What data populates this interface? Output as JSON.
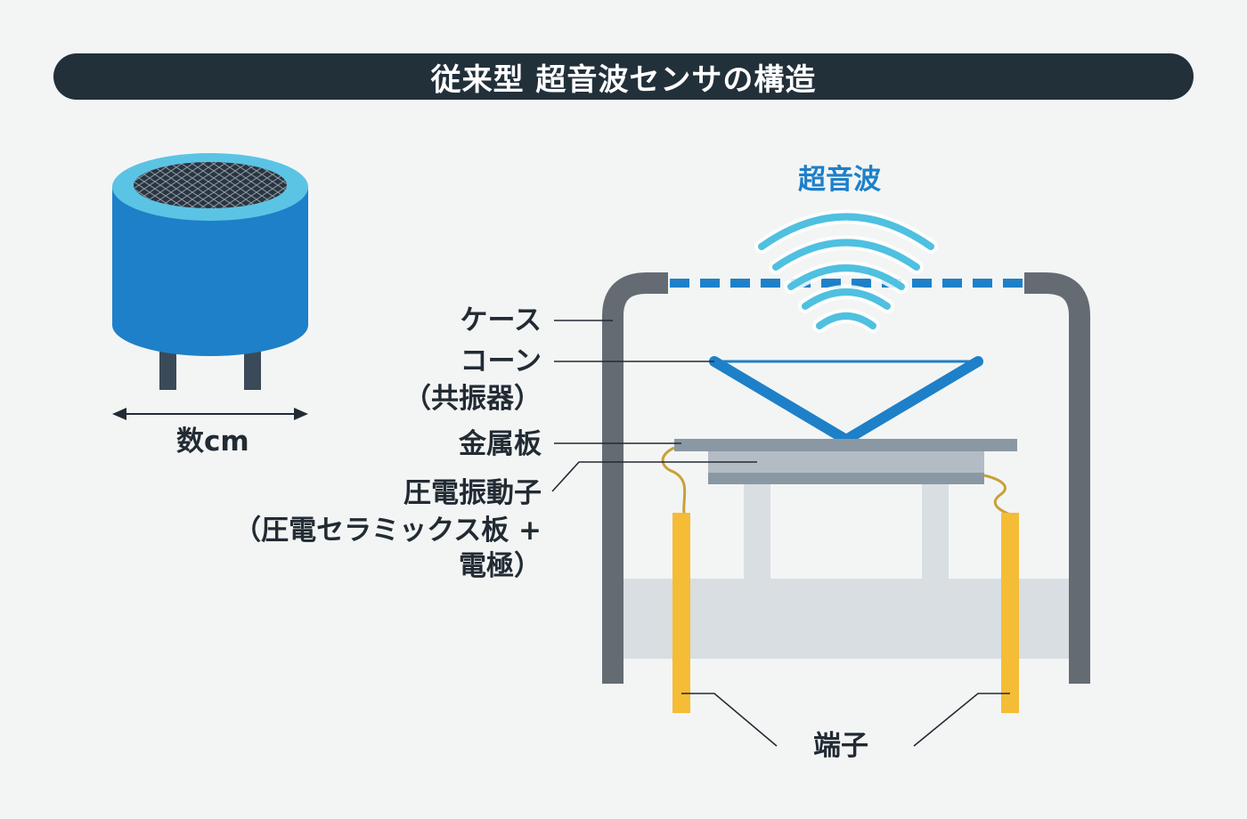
{
  "title": "従来型 超音波センサの構造",
  "sensor_size_label": "数cm",
  "ultrasonic_label": "超音波",
  "labels": {
    "case": "ケース",
    "cone": "コーン",
    "cone_sub": "（共振器）",
    "metal_plate": "金属板",
    "piezo": "圧電振動子",
    "piezo_sub1": "（圧電セラミックス板 +",
    "piezo_sub2": "電極）",
    "terminal": "端子"
  },
  "colors": {
    "title_bg": "#22303a",
    "sensor_blue": "#1e80c8",
    "sensor_rim": "#5bc4e4",
    "case_gray": "#656b72",
    "wave_cyan": "#4fc0e0",
    "terminal_yellow": "#f5bc35",
    "wire_gold": "#c9a03a"
  }
}
